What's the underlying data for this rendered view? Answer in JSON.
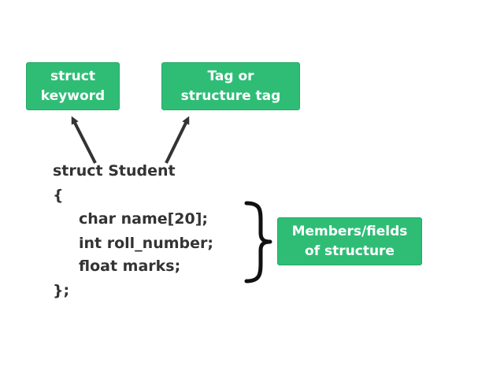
{
  "labels": {
    "keyword": {
      "line1": "struct",
      "line2": "keyword"
    },
    "tag": {
      "line1": "Tag or",
      "line2": "structure tag"
    },
    "members": {
      "line1": "Members/fields",
      "line2": "of structure"
    }
  },
  "code": {
    "declaration": "struct Student",
    "open_brace": "{",
    "members": [
      "char name[20];",
      "int roll_number;",
      "float marks;"
    ],
    "close": "};"
  },
  "colors": {
    "label_bg": "#2fbd76",
    "label_text": "#ffffff",
    "code_text": "#333333",
    "arrow": "#333333"
  }
}
